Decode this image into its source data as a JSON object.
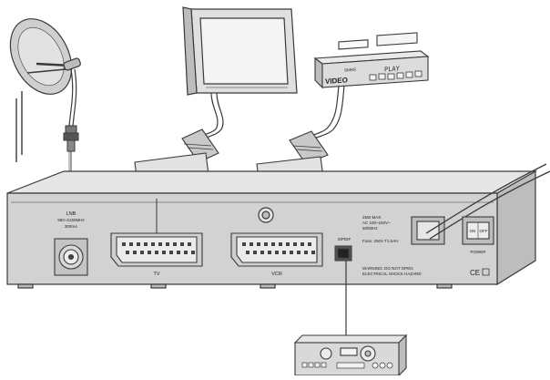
{
  "lnb": {
    "title": "LNB",
    "line1": "950~2150MHz",
    "line2": "300mA"
  },
  "scart_tv_label": "TV",
  "scart_vcr_label": "VCR",
  "spdif_label": "S/PDIF",
  "power_spec": {
    "line1": "25W MAX",
    "line2": "AC 100~240V~",
    "line3": "50/60Hz",
    "line4": "Fuse: 250V T1.6AH"
  },
  "warning": {
    "line1": "WARNING: DO NOT OPEN",
    "line2": "ELECTRICAL SHOCK HAZARD"
  },
  "switch": {
    "on": "ON",
    "off": "OFF",
    "label": "POWER"
  },
  "ce_mark": "CE",
  "vcr": {
    "brand": "VIDEO",
    "display": "PLAY",
    "tape_label": "SMHS"
  },
  "colors": {
    "stroke": "#3a3a3a",
    "box_top": "#e6e6e6",
    "box_front": "#cfcfcf",
    "box_back": "#bdbdbd",
    "scart_body": "#d8d8d8"
  }
}
